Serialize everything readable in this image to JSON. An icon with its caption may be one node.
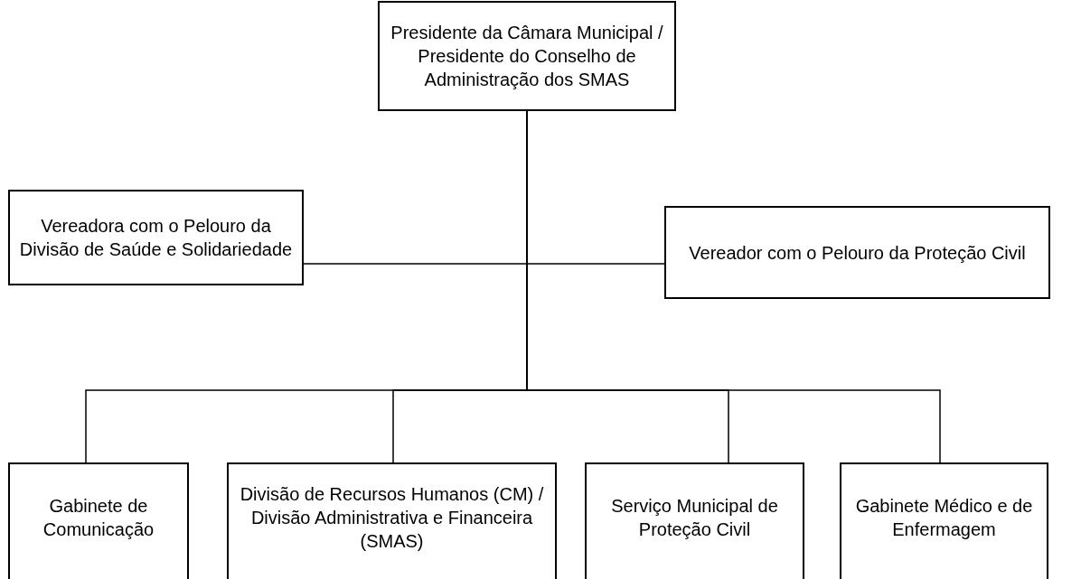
{
  "diagram": {
    "nodes": [
      {
        "text": [
          "Presidente da Câmara Municipal / Presidente do Conselho de Administração dos SMAS"
        ]
      },
      {
        "text": [
          "Vereadora com o Pelouro da Divisão de Saúde e Solidariedade"
        ]
      },
      {
        "text": [
          "Vereador com o Pelouro da Proteção Civil"
        ]
      },
      {
        "text": [
          "Gabinete de Comunicação"
        ]
      },
      {
        "text": [
          "Divisão de Recursos Humanos (CM) / Divisão Administrativa e Financeira (SMAS)"
        ]
      },
      {
        "text": [
          "Serviço Municipal de Proteção Civil"
        ]
      },
      {
        "text": [
          "Gabinete Médico e de Enfermagem"
        ]
      }
    ],
    "edges": [
      {
        "from": 0,
        "to": 1,
        "arrow": "none"
      },
      {
        "from": 0,
        "to": 2,
        "arrow": "none"
      },
      {
        "from": 0,
        "to": 3,
        "arrow": "none"
      },
      {
        "from": 0,
        "to": 4,
        "arrow": "none"
      },
      {
        "from": 0,
        "to": 5,
        "arrow": "none"
      },
      {
        "from": 0,
        "to": 6,
        "arrow": "none"
      }
    ]
  }
}
